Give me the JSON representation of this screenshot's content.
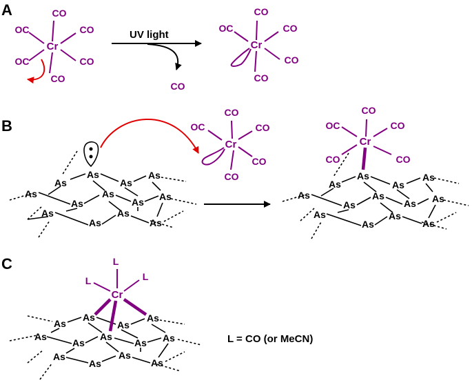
{
  "panels": {
    "a": {
      "label": "A",
      "arrow_label": "UV light",
      "released_ligand": "CO",
      "reactant": {
        "metal": "Cr",
        "ligands": [
          "CO",
          "CO",
          "CO",
          "OC",
          "OC",
          "CO"
        ]
      },
      "product": {
        "metal": "Cr",
        "ligands": [
          "CO",
          "CO",
          "OC",
          "CO",
          "CO"
        ]
      }
    },
    "b": {
      "label": "B",
      "arsenic_atom": "As",
      "complex": {
        "metal": "Cr",
        "ligands": [
          "CO",
          "OC",
          "CO",
          "CO",
          "CO"
        ]
      },
      "product": {
        "metal": "Cr",
        "ligands": [
          "CO",
          "OC",
          "CO",
          "CO",
          "CO"
        ]
      }
    },
    "c": {
      "label": "C",
      "arsenic_atom": "As",
      "metal": "Cr",
      "ligand": "L",
      "legend": "L = CO (or MeCN)"
    }
  },
  "colors": {
    "metal_complex": "#800080",
    "electron_arrow": "#e00000",
    "lattice": "#000000"
  }
}
